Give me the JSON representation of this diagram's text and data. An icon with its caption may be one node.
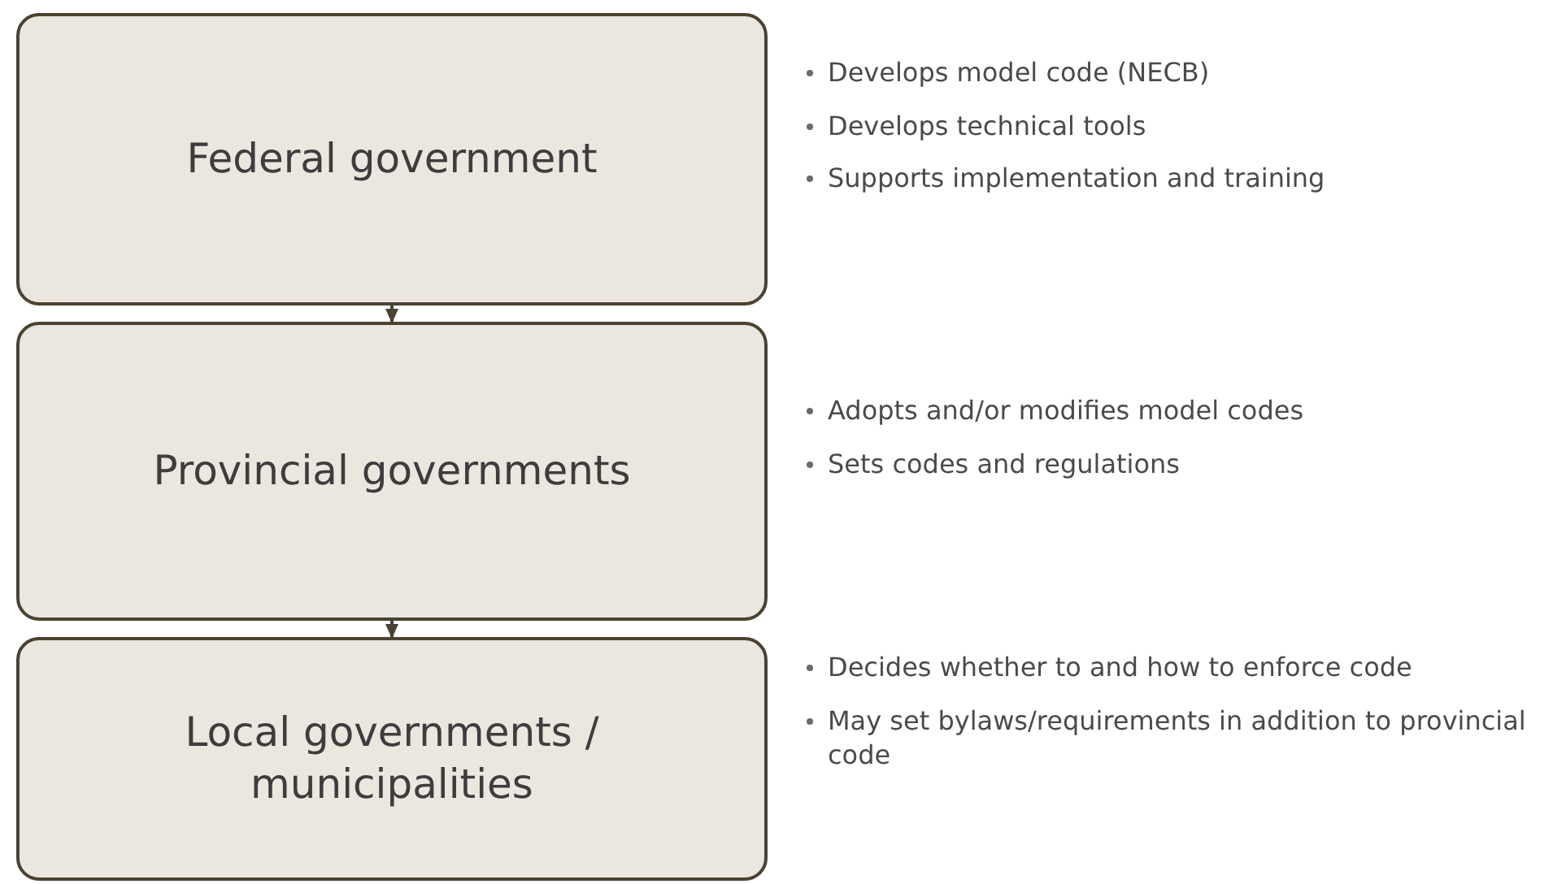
{
  "diagram": {
    "nodes": [
      {
        "text": [
          "Federal government"
        ],
        "beside": [
          "Develops model code (NECB)",
          "Develops technical tools",
          "Supports implementation and training"
        ]
      },
      {
        "text": [
          "Provincial governments"
        ],
        "beside": [
          "Adopts and/or modifies model codes",
          "Sets codes and regulations"
        ]
      },
      {
        "text": [
          "Local governments / municipalities"
        ],
        "beside": [
          "Decides whether to and how to enforce code",
          "May set bylaws/requirements in addition to provincial code"
        ]
      }
    ],
    "edges": [
      {
        "from": 0,
        "to": 1,
        "arrow": "to"
      },
      {
        "from": 1,
        "to": 2,
        "arrow": "to"
      }
    ]
  }
}
